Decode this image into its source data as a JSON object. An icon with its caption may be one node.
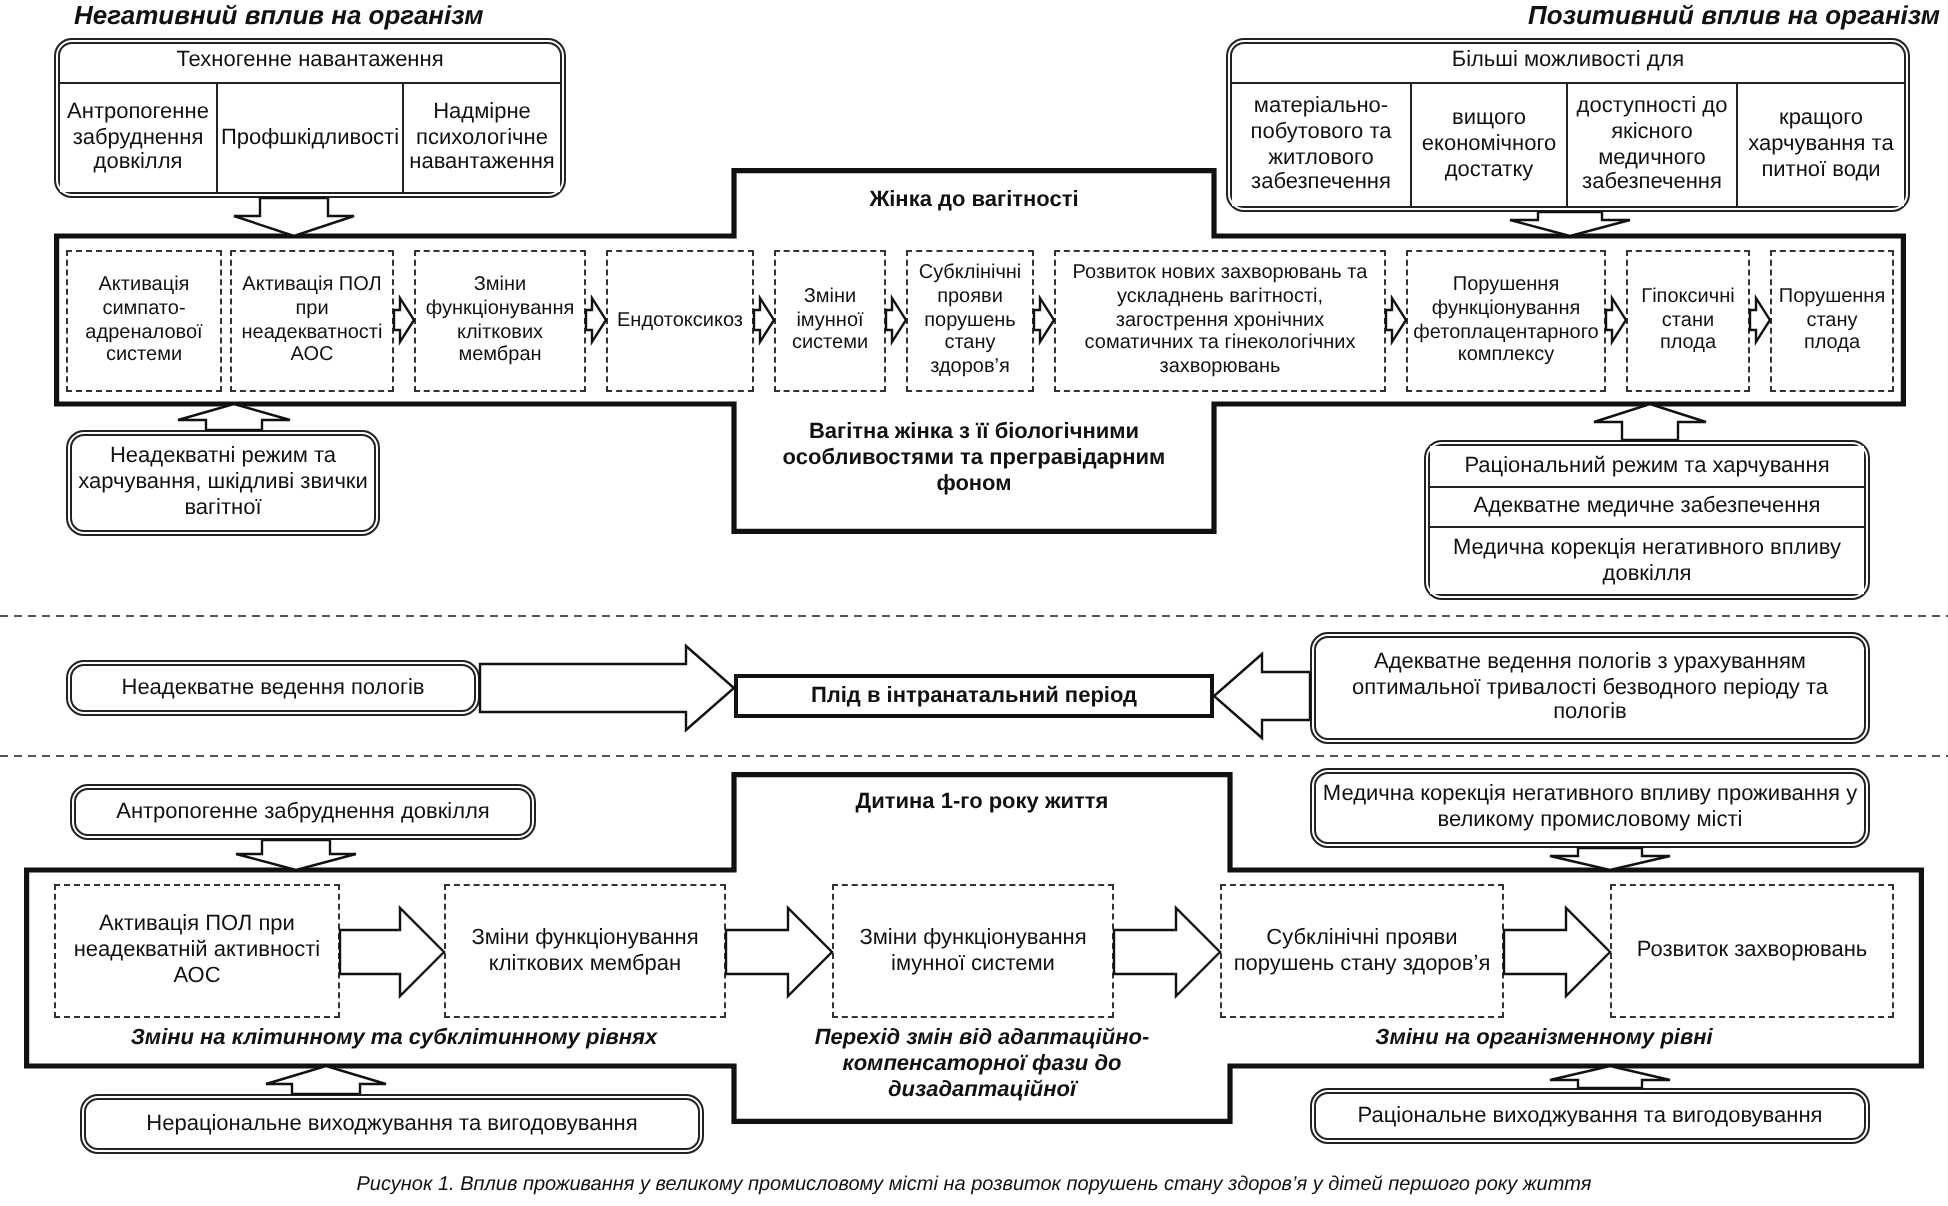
{
  "diagram": {
    "caption": "Рисунок 1. Вплив проживання у великому промисловому місті на розвиток порушень стану здоров’я у дітей першого року життя",
    "nodes": [
      {
        "text": [
          "Техногенне навантаження"
        ]
      },
      {
        "text": [
          "Антропогенне забруднення довкілля"
        ],
        "in": 0
      },
      {
        "text": [
          "Профшкідливості"
        ],
        "in": 0
      },
      {
        "text": [
          "Надмірне психологічне навантаження"
        ],
        "in": 0
      },
      {
        "text": [
          "Більші можливості для"
        ]
      },
      {
        "text": [
          "матеріально-побутового та житлового забезпечення"
        ],
        "in": 4
      },
      {
        "text": [
          "вищого економічного достатку"
        ],
        "in": 4
      },
      {
        "text": [
          "доступності до якісного медичного забезпечення"
        ],
        "in": 4
      },
      {
        "text": [
          "кращого харчування та питної води"
        ],
        "in": 4
      },
      {
        "text": [
          "Жінка до вагітності",
          "Вагітна жінка з її біологічними особливостями та прегравідарним фоном"
        ]
      },
      {
        "text": [
          "Активація симпато-адреналової системи"
        ],
        "in": 9
      },
      {
        "text": [
          "Активація ПОЛ при неадекватності АОС"
        ],
        "in": 9
      },
      {
        "text": [
          "Зміни функціонування кліткових мембран"
        ],
        "in": 9
      },
      {
        "text": [
          "Ендотоксикоз"
        ],
        "in": 9
      },
      {
        "text": [
          "Зміни імунної системи"
        ],
        "in": 9
      },
      {
        "text": [
          "Субклінічні прояви порушень стану здоров’я"
        ],
        "in": 9
      },
      {
        "text": [
          "Розвиток нових захворювань та ускладнень вагітності, загострення хронічних соматичних та гінекологічних захворювань"
        ],
        "in": 9
      },
      {
        "text": [
          "Порушення функціонування фетоплацентарного комплексу"
        ],
        "in": 9
      },
      {
        "text": [
          "Гіпоксичні стани плода"
        ],
        "in": 9
      },
      {
        "text": [
          "Порушення стану плода"
        ],
        "in": 9
      },
      {
        "text": [
          "Неадекватні режим та харчування, шкідливі звички вагітної"
        ]
      },
      {
        "text": [],
        "shape": "box"
      },
      {
        "text": [
          "Раціональний режим та харчування"
        ],
        "in": 21
      },
      {
        "text": [
          "Адекватне медичне забезпечення"
        ],
        "in": 21
      },
      {
        "text": [
          "Медична корекція негативного впливу довкілля"
        ],
        "in": 21
      },
      {
        "text": [
          "Неадекватне ведення пологів"
        ]
      },
      {
        "text": [
          "Плід в інтранатальний період"
        ]
      },
      {
        "text": [
          "Адекватне ведення пологів з урахуванням оптимальної тривалості безводного періоду та пологів"
        ]
      },
      {
        "text": [
          "Антропогенне забруднення довкілля"
        ]
      },
      {
        "text": [
          "Медична корекція негативного впливу проживання у великому промисловому місті"
        ]
      },
      {
        "text": [
          "Дитина 1-го року життя",
          "Зміни на клітинному та субклітинному рівнях",
          "Перехід змін від адаптаційно-компенсаторної фази до дизадаптаційної",
          "Зміни на організменному рівні"
        ]
      },
      {
        "text": [
          "Активація ПОЛ при неадекватній активності АОС"
        ],
        "in": 30
      },
      {
        "text": [
          "Зміни функціонування кліткових мембран"
        ],
        "in": 30
      },
      {
        "text": [
          "Зміни функціонування імунної системи"
        ],
        "in": 30
      },
      {
        "text": [
          "Субклінічні прояви порушень стану здоров’я"
        ],
        "in": 30
      },
      {
        "text": [
          "Розвиток захворювань"
        ],
        "in": 30
      },
      {
        "text": [
          "Нераціональне виходжування та вигодовування"
        ]
      },
      {
        "text": [
          "Раціональне виходжування та вигодовування"
        ]
      }
    ],
    "edges": [
      {
        "from": 0,
        "to": 9,
        "arrow": "to"
      },
      {
        "from": 4,
        "to": 9,
        "arrow": "to"
      },
      {
        "from": 11,
        "to": 12,
        "arrow": "to"
      },
      {
        "from": 12,
        "to": 13,
        "arrow": "to"
      },
      {
        "from": 13,
        "to": 14,
        "arrow": "to"
      },
      {
        "from": 14,
        "to": 15,
        "arrow": "to"
      },
      {
        "from": 15,
        "to": 16,
        "arrow": "to"
      },
      {
        "from": 16,
        "to": 17,
        "arrow": "to"
      },
      {
        "from": 17,
        "to": 18,
        "arrow": "to"
      },
      {
        "from": 18,
        "to": 19,
        "arrow": "to"
      },
      {
        "from": 20,
        "to": 9,
        "arrow": "to"
      },
      {
        "from": 21,
        "to": 9,
        "arrow": "to"
      },
      {
        "from": 25,
        "to": 26,
        "arrow": "to"
      },
      {
        "from": 27,
        "to": 26,
        "arrow": "to"
      },
      {
        "from": 28,
        "to": 30,
        "arrow": "to"
      },
      {
        "from": 29,
        "to": 30,
        "arrow": "to"
      },
      {
        "from": 31,
        "to": 32,
        "arrow": "to"
      },
      {
        "from": 32,
        "to": 33,
        "arrow": "to"
      },
      {
        "from": 33,
        "to": 34,
        "arrow": "to"
      },
      {
        "from": 34,
        "to": 35,
        "arrow": "to"
      },
      {
        "from": 36,
        "to": 30,
        "arrow": "to"
      },
      {
        "from": 37,
        "to": 30,
        "arrow": "to"
      }
    ],
    "labels": [
      "Негативний вплив на організм",
      "Позитивний вплив на організм"
    ]
  }
}
